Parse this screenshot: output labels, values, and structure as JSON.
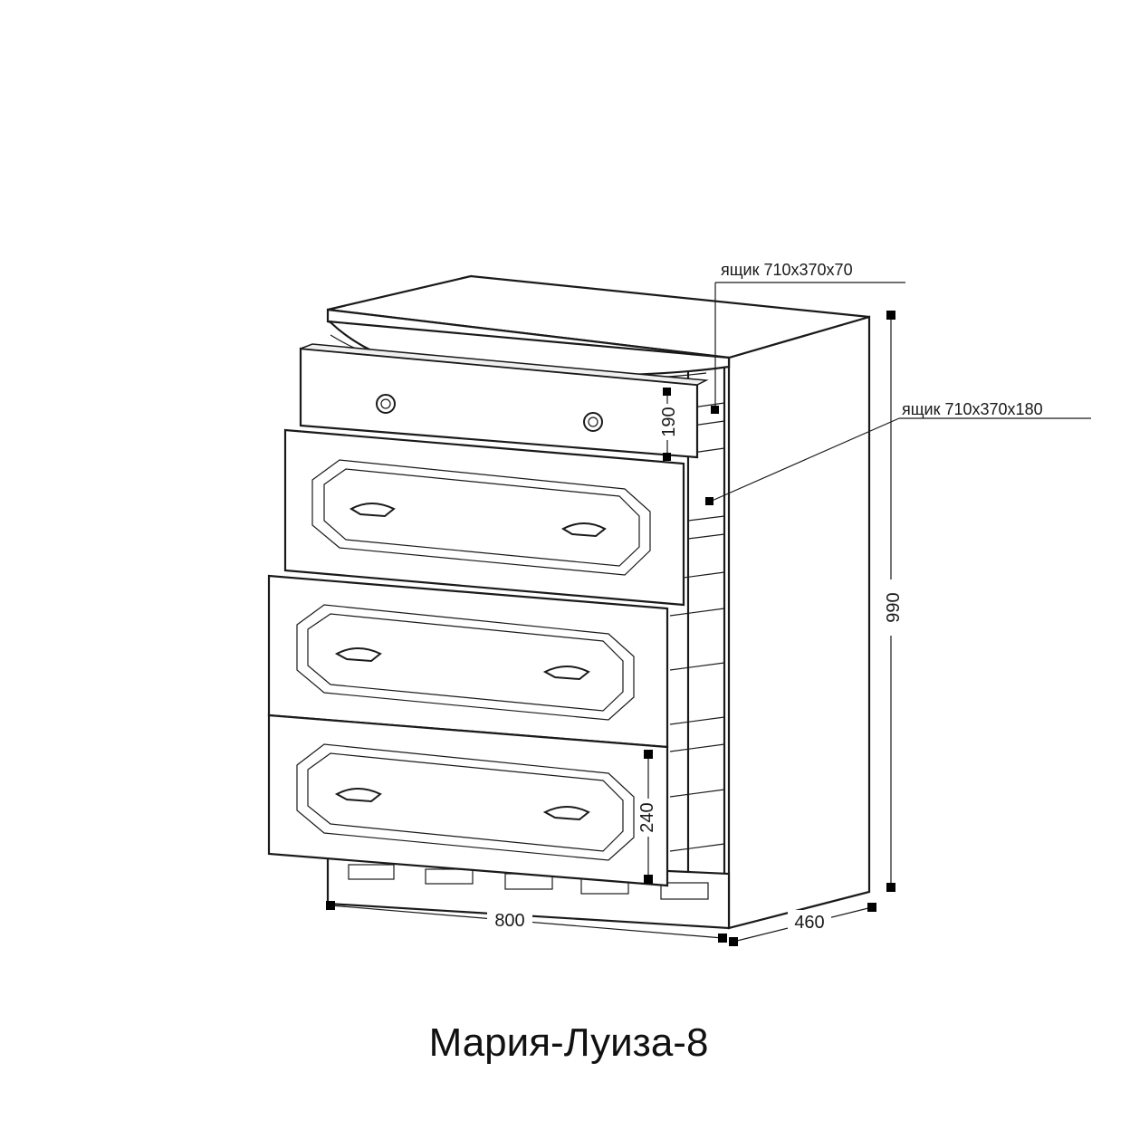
{
  "product": {
    "title": "Мария-Луиза-8"
  },
  "dimensions": {
    "width": "800",
    "depth": "460",
    "height": "990",
    "small_drawer_height": "190",
    "big_drawer_height": "240"
  },
  "callouts": {
    "top_drawer": "ящик 710x370x70",
    "other_drawers": "ящик 710x370x180"
  },
  "colors": {
    "line": "#1a1a1a",
    "background": "#ffffff"
  }
}
